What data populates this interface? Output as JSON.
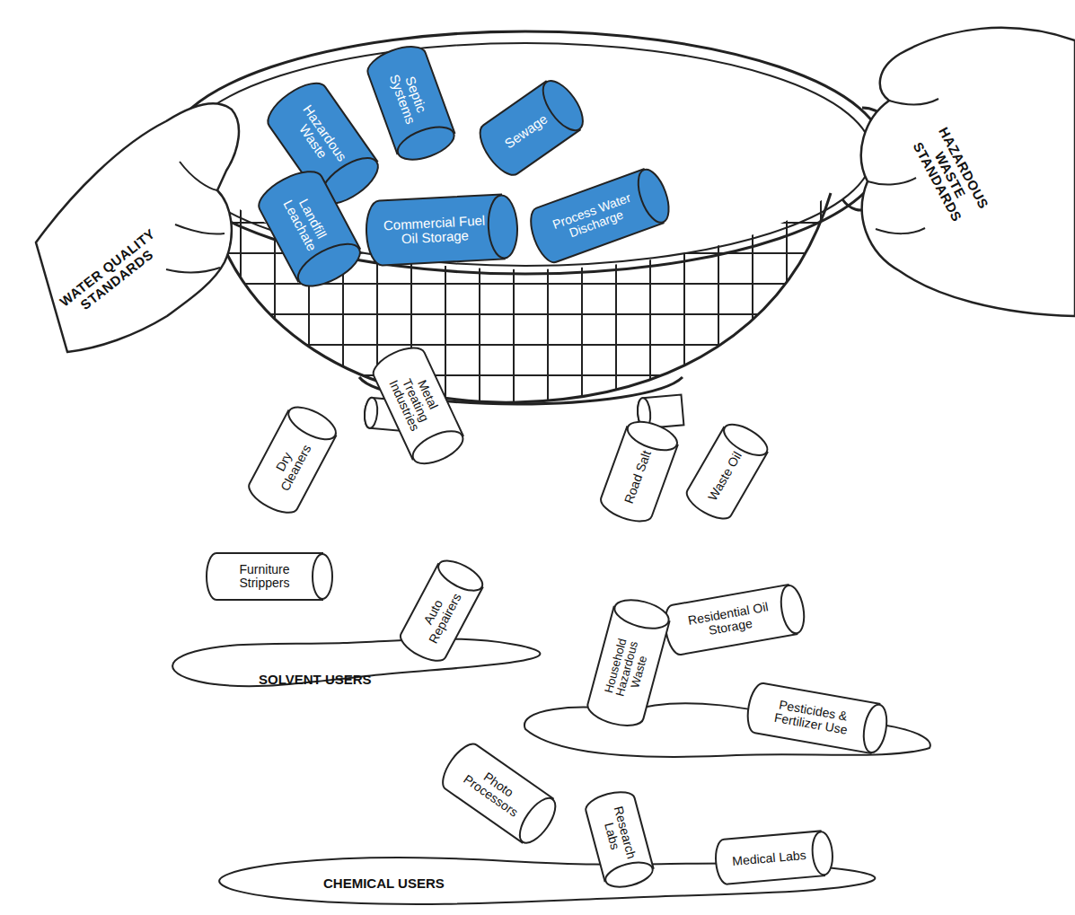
{
  "diagram": {
    "nodes": [
      {
        "text": [
          "Hazardous Waste"
        ]
      },
      {
        "text": [
          "Septic Systems"
        ]
      },
      {
        "text": [
          "Sewage"
        ]
      },
      {
        "text": [
          "Landfill Leachate"
        ]
      },
      {
        "text": [
          "Commercial Fuel Oil Storage"
        ]
      },
      {
        "text": [
          "Process Water Discharge"
        ]
      },
      {
        "text": [
          "Metal Treating Industries"
        ]
      },
      {
        "text": [
          "Dry Cleaners"
        ]
      },
      {
        "text": [
          "Furniture Strippers"
        ]
      },
      {
        "text": [
          "Auto Repairers"
        ]
      },
      {
        "text": [
          "SOLVENT USERS"
        ]
      },
      {
        "text": [
          "Road Salt"
        ]
      },
      {
        "text": [
          "Waste Oil"
        ]
      },
      {
        "text": [
          "Residential Oil Storage"
        ]
      },
      {
        "text": [
          "Household Hazardous Waste"
        ]
      },
      {
        "text": [
          "Pesticides & Fertilizer Use"
        ]
      },
      {
        "text": [
          "Photo Processors"
        ]
      },
      {
        "text": [
          "Research Labs"
        ]
      },
      {
        "text": [
          "Medical Labs"
        ]
      },
      {
        "text": [
          "CHEMICAL USERS"
        ]
      }
    ],
    "labels": [
      "WATER QUALITY STANDARDS",
      "HAZARDOUS WASTE STANDARDS"
    ]
  }
}
